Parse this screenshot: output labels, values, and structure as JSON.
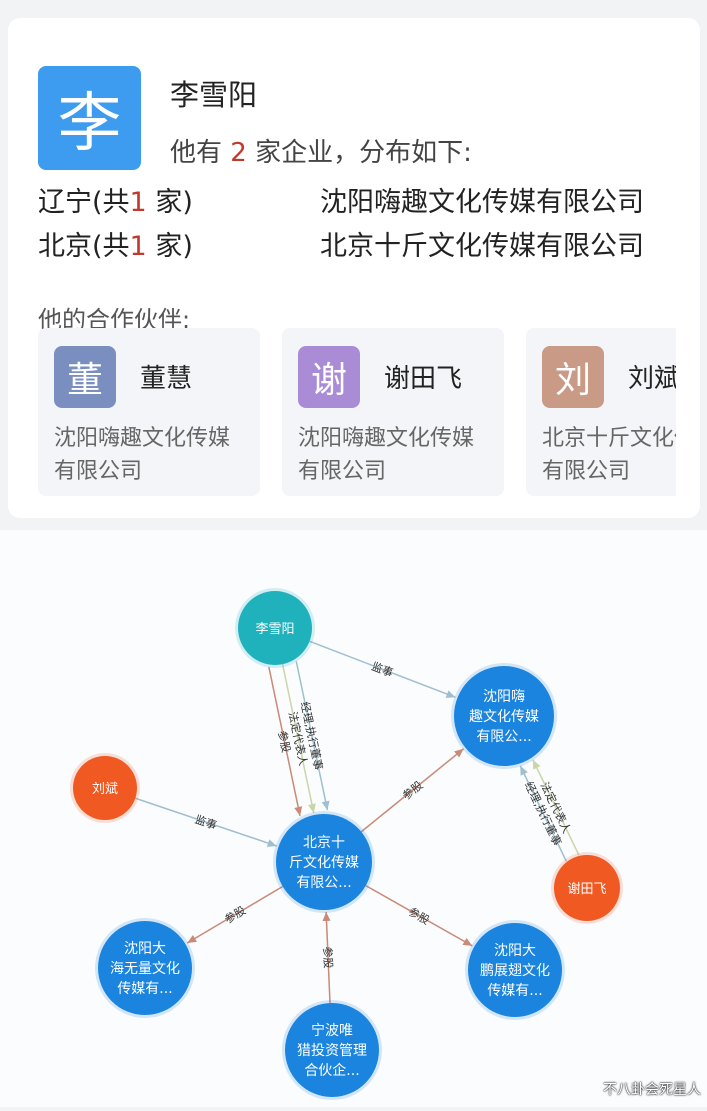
{
  "profile": {
    "avatar_char": "李",
    "name": "李雪阳",
    "summary_prefix": "他有",
    "company_count": "2",
    "summary_suffix": "家企业，分布如下:",
    "avatar_color": "#3d9cf0"
  },
  "regions": [
    {
      "region": "辽宁(共",
      "count": "1",
      "unit": "家)",
      "company": "沈阳嗨趣文化传媒有限公司"
    },
    {
      "region": "北京(共",
      "count": "1",
      "unit": "家)",
      "company": "北京十斤文化传媒有限公司"
    }
  ],
  "partners_label": "他的合作伙伴:",
  "partners": [
    {
      "char": "董",
      "name": "董慧",
      "company": "沈阳嗨趣文化传媒有限公司",
      "color": "#7a8fc0"
    },
    {
      "char": "谢",
      "name": "谢田飞",
      "company": "沈阳嗨趣文化传媒有限公司",
      "color": "#a98bd6"
    },
    {
      "char": "刘",
      "name": "刘斌",
      "company": "北京十斤文化传媒有限公司",
      "color": "#c99a86"
    }
  ],
  "graph": {
    "nodes": [
      {
        "id": "lxy",
        "lines": [
          "李雪阳"
        ],
        "type": "person-main",
        "color": "#1fb2bd"
      },
      {
        "id": "shq",
        "lines": [
          "沈阳嗨",
          "趣文化传媒",
          "有限公..."
        ],
        "type": "company",
        "color": "#1a84de"
      },
      {
        "id": "lb",
        "lines": [
          "刘斌"
        ],
        "type": "person",
        "color": "#f05a22"
      },
      {
        "id": "bjsj",
        "lines": [
          "北京十",
          "斤文化传媒",
          "有限公..."
        ],
        "type": "company",
        "color": "#1a84de"
      },
      {
        "id": "xtf",
        "lines": [
          "谢田飞"
        ],
        "type": "person",
        "color": "#f05a22"
      },
      {
        "id": "dh",
        "lines": [
          "沈阳大",
          "海无量文化",
          "传媒有..."
        ],
        "type": "company",
        "color": "#1a84de"
      },
      {
        "id": "dp",
        "lines": [
          "沈阳大",
          "鹏展翅文化",
          "传媒有..."
        ],
        "type": "company",
        "color": "#1a84de"
      },
      {
        "id": "nb",
        "lines": [
          "宁波唯",
          "猎投资管理",
          "合伙企..."
        ],
        "type": "company",
        "color": "#1a84de"
      }
    ],
    "edges": [
      {
        "from": "lxy",
        "to": "shq",
        "label": "监事",
        "color": "#9fbfcf"
      },
      {
        "from": "lxy",
        "to": "bjsj",
        "label": "经理,执行董事",
        "color": "#9fbfcf"
      },
      {
        "from": "lxy",
        "to": "bjsj",
        "label": "法定代表人",
        "color": "#c9d6a8"
      },
      {
        "from": "lxy",
        "to": "bjsj",
        "label": "参股",
        "color": "#c98a78"
      },
      {
        "from": "lb",
        "to": "bjsj",
        "label": "监事",
        "color": "#9fbfcf"
      },
      {
        "from": "bjsj",
        "to": "shq",
        "label": "参股",
        "color": "#c98a78"
      },
      {
        "from": "xtf",
        "to": "shq",
        "label": "经理,执行董事",
        "color": "#9fbfcf"
      },
      {
        "from": "xtf",
        "to": "shq",
        "label": "法定代表人",
        "color": "#c9d6a8"
      },
      {
        "from": "bjsj",
        "to": "dh",
        "label": "参股",
        "color": "#c98a78"
      },
      {
        "from": "bjsj",
        "to": "dp",
        "label": "参股",
        "color": "#c98a78"
      },
      {
        "from": "nb",
        "to": "bjsj",
        "label": "参股",
        "color": "#c98a78"
      }
    ]
  },
  "watermark": "不八卦会死星人"
}
